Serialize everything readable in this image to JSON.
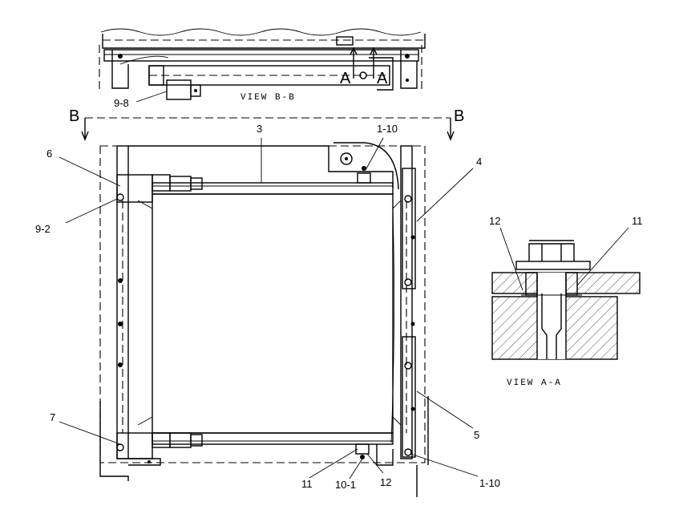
{
  "views": {
    "bb": "VIEW B-B",
    "aa": "VIEW A-A"
  },
  "section_letters": {
    "b_left": "B",
    "b_right": "B",
    "a_left": "A",
    "a_right": "A"
  },
  "callouts": {
    "p3": "3",
    "p4": "4",
    "p5": "5",
    "p6": "6",
    "p7": "7",
    "p9_2": "9-2",
    "p9_8": "9-8",
    "p1_10_top": "1-10",
    "p1_10_bottom": "1-10",
    "p10_1": "10-1",
    "p11_bottom": "11",
    "p12_bottom": "12",
    "p11_detail": "11",
    "p12_detail": "12"
  }
}
